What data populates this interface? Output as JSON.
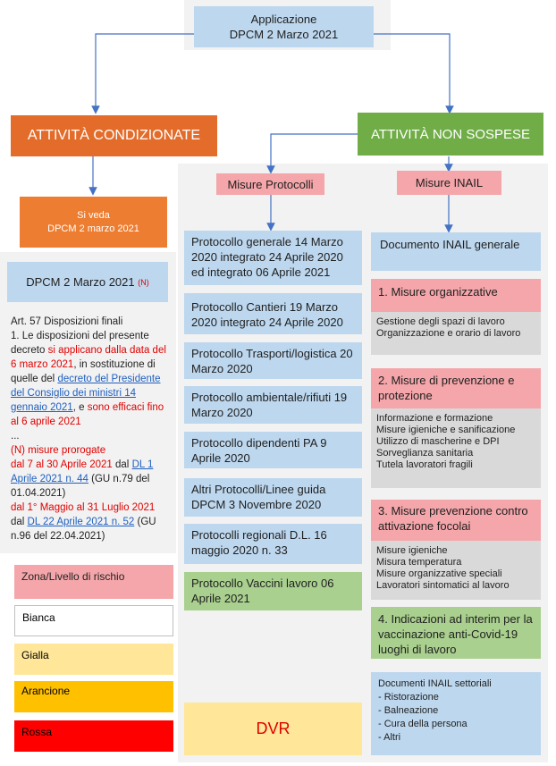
{
  "top": {
    "line1": "Applicazione",
    "line2": "DPCM 2 Marzo 2021"
  },
  "left_title": "ATTIVITÀ CONDIZIONATE",
  "right_title": "ATTIVITÀ  NON SOSPESE",
  "si_veda": {
    "line1": "Si veda",
    "line2": "DPCM 2 marzo 2021"
  },
  "dpcm_box": {
    "label": "DPCM 2 Marzo 2021",
    "sup": "(N)"
  },
  "art57": {
    "p1": "Art. 57 Disposizioni finali",
    "p2a": "1. Le disposizioni del presente decreto ",
    "p2b": "si applicano dalla data del 6 marzo 2021",
    "p2c": ", in sostituzione di quelle del ",
    "p2d": "decreto del Presidente del Consiglio dei ministri 14 gennaio 2021",
    "p2e": ", e ",
    "p2f": "sono efficaci fino al 6 aprile 2021",
    "ellipsis": "...",
    "n1": "(N) misure prorogate",
    "n2": "dal 7 al 30 Aprile 2021",
    "n3": " dal ",
    "n4": "DL 1 Aprile 2021 n. 44",
    "n5": " (GU n.79 del 01.04.2021)",
    "m1": "dal 1° Maggio al 31 Luglio 2021",
    "m2": " dal ",
    "m3": "DL 22 Aprile 2021 n. 52",
    "m4": " (GU n.96 del 22.04.2021)"
  },
  "zones": {
    "header": "Zona/Livello di rischio",
    "bianca": "Bianca",
    "gialla": "Gialla",
    "arancione": "Arancione",
    "rossa": "Rossa"
  },
  "colors": {
    "bianca": "#ffffff",
    "gialla": "#ffe699",
    "arancione": "#ffc000",
    "rossa": "#ff0000"
  },
  "misure_protocolli": "Misure Protocolli",
  "misure_inail": "Misure INAIL",
  "protocolli": [
    "Protocollo generale 14 Marzo 2020 integrato 24 Aprile 2020 ed integrato 06 Aprile 2021",
    "Protocollo Cantieri 19 Marzo 2020 integrato 24 Aprile 2020",
    "Protocollo Trasporti/logistica 20 Marzo 2020",
    "Protocollo ambientale/rifiuti 19 Marzo 2020",
    "Protocollo dipendenti PA 9 Aprile 2020",
    "Altri Protocolli/Linee guida DPCM 3 Novembre 2020",
    "Protocolli regionali D.L. 16 maggio 2020 n. 33",
    "Protocollo Vaccini lavoro 06 Aprile 2021"
  ],
  "dvr": "DVR",
  "inail": {
    "generale": "Documento INAIL generale",
    "m1_title": "1. Misure organizzative",
    "m1_items": [
      "Gestione degli spazi di lavoro",
      "Organizzazione e orario di lavoro"
    ],
    "m2_title": "2. Misure di prevenzione e protezione",
    "m2_items": [
      "Informazione e formazione",
      "Misure igieniche e sanificazione",
      "Utilizzo  di mascherine e DPI",
      "Sorveglianza sanitaria",
      "Tutela lavoratori fragili"
    ],
    "m3_title": "3. Misure prevenzione contro attivazione focolai",
    "m3_items": [
      "Misure igieniche",
      "Misura temperatura",
      "Misure organizzative speciali",
      "Lavoratori sintomatici al lavoro"
    ],
    "m4_title": "4.  Indicazioni ad interim per la vaccinazione anti-Covid-19 luoghi di lavoro",
    "settoriali_title": "Documenti INAIL settoriali",
    "settoriali_items": [
      "- Ristorazione",
      "- Balneazione",
      "- Cura della persona",
      "- Altri"
    ]
  }
}
